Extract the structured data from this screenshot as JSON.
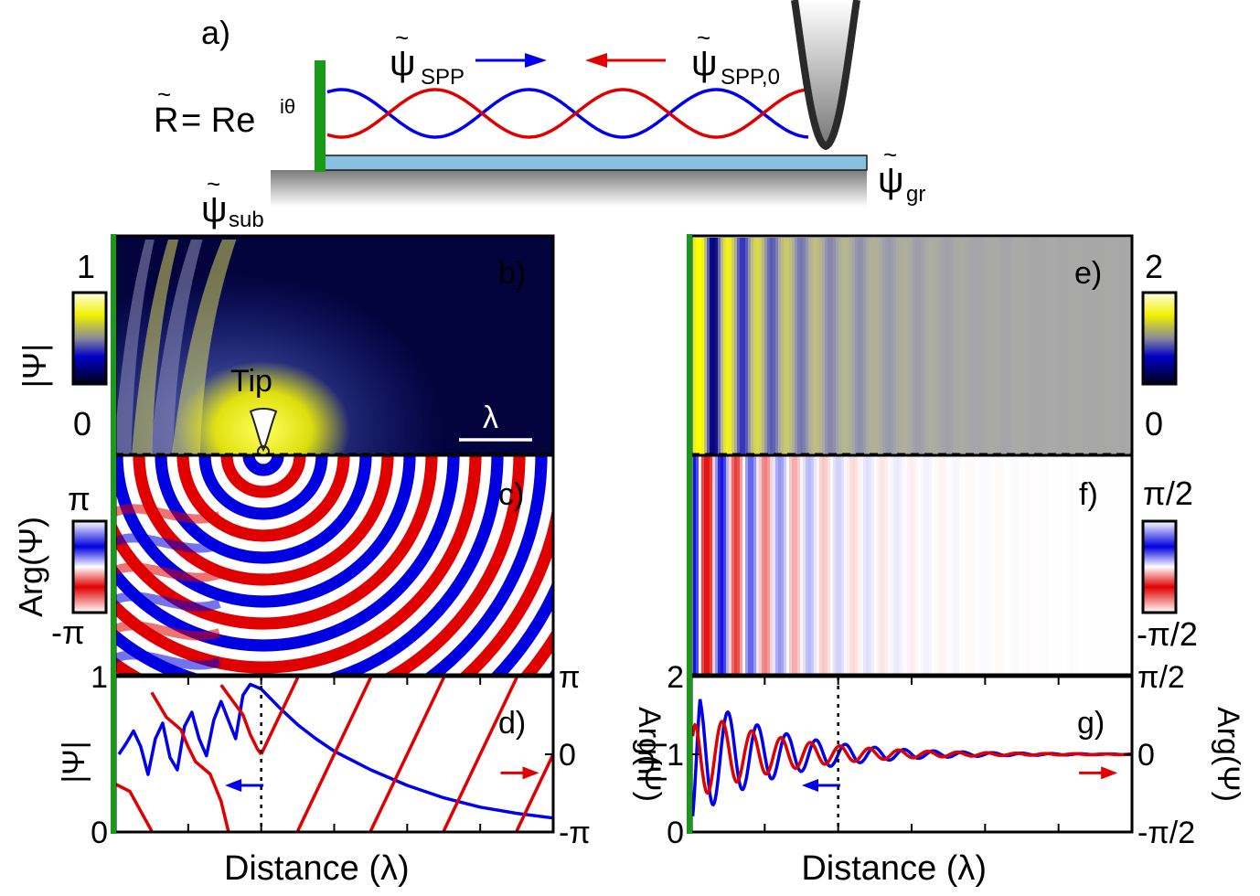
{
  "figure": {
    "schematic": {
      "panel_label": "a)",
      "psi_spp": "SPP",
      "psi_spp0": "SPP,0",
      "reflection_lhs": "R",
      "reflection_eq": "= Re",
      "reflection_exp": "iθ",
      "psi_gr": "gr",
      "psi_sub": "sub",
      "psi_symbol": "ψ",
      "tilde": "~",
      "colors": {
        "wall": "#1a9a1a",
        "graphene": "#87c0e0",
        "spp": "#0000ee",
        "spp0": "#e00000"
      }
    },
    "panel_b": {
      "label": "b)",
      "colorbar_title": "|Ψ|",
      "colorbar_max": "1",
      "colorbar_min": "0",
      "tip_label": "Tip",
      "scale_label": "λ"
    },
    "panel_c": {
      "label": "c)",
      "colorbar_title": "Arg(Ψ)",
      "colorbar_max": "π",
      "colorbar_min": "-π"
    },
    "panel_e": {
      "label": "e)",
      "colorbar_max": "2",
      "colorbar_min": "0"
    },
    "panel_f": {
      "label": "f)",
      "colorbar_max": "π/2",
      "colorbar_min": "-π/2"
    }
  },
  "chart_data": [
    {
      "type": "line",
      "panel": "d)",
      "xlabel": "Distance (λ)",
      "ylabel": "|Ψ|",
      "ylabel_right": "Arg(Ψ)",
      "yticks_left": [
        "0",
        "1"
      ],
      "yticks_right": [
        "-π",
        "0",
        "π"
      ],
      "ylim_left": [
        0,
        1
      ],
      "ylim_right": [
        -3.1416,
        3.1416
      ],
      "xlim": [
        0,
        6
      ],
      "tip_position": 2,
      "series": [
        {
          "axis": "left",
          "color": "#0000ee",
          "x": [
            0.05,
            0.15,
            0.25,
            0.35,
            0.45,
            0.55,
            0.65,
            0.75,
            0.85,
            0.95,
            1.05,
            1.15,
            1.25,
            1.35,
            1.45,
            1.55,
            1.65,
            1.75,
            1.85,
            1.95,
            2.0,
            2.25,
            2.5,
            2.75,
            3.0,
            3.5,
            4.0,
            4.5,
            5.0,
            5.5,
            6.0
          ],
          "values": [
            0.5,
            0.57,
            0.65,
            0.55,
            0.37,
            0.6,
            0.7,
            0.48,
            0.4,
            0.68,
            0.77,
            0.6,
            0.49,
            0.72,
            0.84,
            0.72,
            0.6,
            0.88,
            0.95,
            0.93,
            0.92,
            0.8,
            0.69,
            0.6,
            0.52,
            0.4,
            0.3,
            0.22,
            0.16,
            0.12,
            0.09
          ]
        },
        {
          "axis": "right",
          "color": "#e00000",
          "segments": [
            {
              "x": [
                0.0,
                0.2,
                0.35,
                0.5
              ],
              "values": [
                -1.2,
                -1.5,
                -2.3,
                -3.1
              ]
            },
            {
              "x": [
                0.5,
                0.7,
                0.9,
                1.0,
                1.1,
                1.3,
                1.45,
                1.55
              ],
              "values": [
                2.5,
                1.5,
                1.0,
                0.3,
                -0.3,
                -0.8,
                -1.9,
                -3.1
              ]
            },
            {
              "x": [
                1.45,
                1.6,
                1.75,
                1.85,
                1.95,
                2.0
              ],
              "values": [
                2.8,
                2.2,
                1.6,
                0.8,
                0.2,
                0.0
              ]
            },
            {
              "x": [
                2.0,
                2.5
              ],
              "values": [
                0.0,
                3.1
              ]
            },
            {
              "x": [
                2.5,
                3.5
              ],
              "values": [
                -3.1,
                3.1
              ]
            },
            {
              "x": [
                3.5,
                4.5
              ],
              "values": [
                -3.1,
                3.1
              ]
            },
            {
              "x": [
                4.5,
                5.5
              ],
              "values": [
                -3.1,
                3.1
              ]
            },
            {
              "x": [
                5.5,
                6.0
              ],
              "values": [
                -3.1,
                0.0
              ]
            }
          ]
        }
      ]
    },
    {
      "type": "line",
      "panel": "g)",
      "xlabel": "Distance (λ)",
      "ylabel": "|Ψ|",
      "ylabel_right": "Arg(Ψ)",
      "yticks_left": [
        "0",
        "1",
        "2"
      ],
      "yticks_right": [
        "-π/2",
        "0",
        "π/2"
      ],
      "ylim_left": [
        0,
        2
      ],
      "ylim_right": [
        -1.5708,
        1.5708
      ],
      "xlim": [
        0,
        6
      ],
      "tip_position": 2,
      "series": [
        {
          "axis": "left",
          "color": "#0000ee",
          "model": "damped",
          "amplitude": 0.85,
          "decay": 0.9,
          "period": 0.4,
          "phase": 0.0,
          "baseline": 1.0
        },
        {
          "axis": "right",
          "color": "#e00000",
          "model": "damped",
          "amplitude": 0.95,
          "decay": 0.85,
          "period": 0.4,
          "phase": 1.2,
          "baseline": 0.0
        }
      ]
    }
  ]
}
